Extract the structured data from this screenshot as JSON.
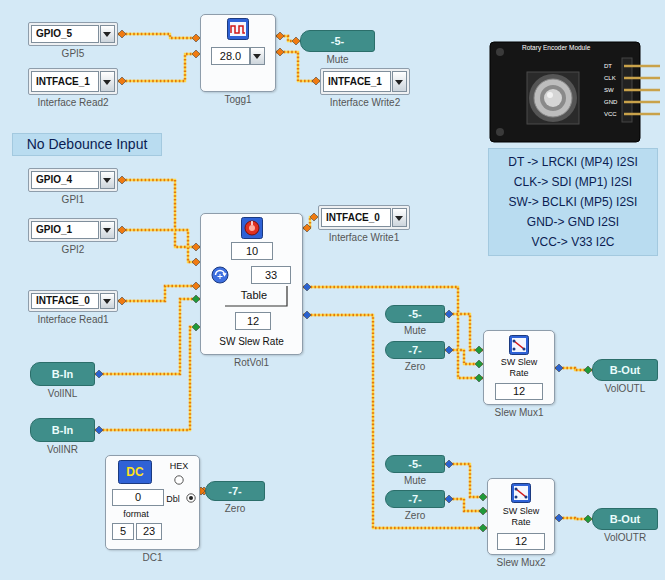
{
  "diagram": {
    "nodes": [
      {
        "text": [
          "GPIO_5",
          "GPI5"
        ]
      },
      {
        "text": [
          "28.0",
          "Togg1"
        ]
      },
      {
        "text": [
          "-5-",
          "Mute"
        ]
      },
      {
        "text": [
          "INTFACE_1",
          "Interface Read2"
        ]
      },
      {
        "text": [
          "INTFACE_1",
          "Interface Write2"
        ]
      },
      {
        "text": [
          "DT -> LRCKI (MP4) I2SI",
          "CLK-> SDI (MP1) I2SI",
          "SW-> BCLKI (MP5) I2SI",
          "GND-> GND I2SI",
          "VCC-> V33 I2C"
        ]
      },
      {
        "text": [
          "No Debounce Input"
        ]
      },
      {
        "text": [
          "GPIO_4",
          "GPI1"
        ]
      },
      {
        "text": [
          "10",
          "33",
          "Table",
          "12",
          "SW Slew Rate",
          "RotVol1"
        ]
      },
      {
        "text": [
          "INTFACE_0",
          "Interface Write1"
        ]
      },
      {
        "text": [
          "GPIO_1",
          "GPI2"
        ]
      },
      {
        "text": [
          "INTFACE_0",
          "Interface Read1"
        ]
      },
      {
        "text": [
          "-5-",
          "Mute"
        ]
      },
      {
        "text": [
          "-7-",
          "Zero"
        ]
      },
      {
        "text": [
          "SW Slew Rate",
          "12",
          "Slew Mux1"
        ]
      },
      {
        "text": [
          "B-Out",
          "VolOUTL"
        ]
      },
      {
        "text": [
          "B-In",
          "VolINL"
        ]
      },
      {
        "text": [
          "B-In",
          "VolINR"
        ]
      },
      {
        "text": [
          "DC",
          "0",
          "HEX",
          "Dbl",
          "format",
          "5",
          "23",
          "DC1"
        ]
      },
      {
        "text": [
          "-7-",
          "Zero"
        ]
      },
      {
        "text": [
          "-5-",
          "Mute"
        ]
      },
      {
        "text": [
          "-7-",
          "Zero"
        ]
      },
      {
        "text": [
          "SW Slew Rate",
          "12",
          "Slew Mux2"
        ]
      },
      {
        "text": [
          "B-Out",
          "VolOUTR"
        ]
      }
    ],
    "edges": [
      {
        "from": 0,
        "to": 1,
        "arrow": "none"
      },
      {
        "from": 3,
        "to": 1,
        "arrow": "none"
      },
      {
        "from": 1,
        "to": 2,
        "arrow": "none"
      },
      {
        "from": 1,
        "to": 4,
        "arrow": "none"
      },
      {
        "from": 7,
        "to": 8,
        "arrow": "none"
      },
      {
        "from": 10,
        "to": 8,
        "arrow": "none"
      },
      {
        "from": 11,
        "to": 8,
        "arrow": "none"
      },
      {
        "from": 16,
        "to": 8,
        "arrow": "none"
      },
      {
        "from": 17,
        "to": 8,
        "arrow": "none"
      },
      {
        "from": 8,
        "to": 9,
        "arrow": "none"
      },
      {
        "from": 8,
        "to": 14,
        "arrow": "none"
      },
      {
        "from": 8,
        "to": 22,
        "arrow": "none"
      },
      {
        "from": 12,
        "to": 14,
        "arrow": "none"
      },
      {
        "from": 13,
        "to": 14,
        "arrow": "none"
      },
      {
        "from": 14,
        "to": 15,
        "arrow": "none"
      },
      {
        "from": 18,
        "to": 19,
        "arrow": "none"
      },
      {
        "from": 20,
        "to": 22,
        "arrow": "none"
      },
      {
        "from": 21,
        "to": 22,
        "arrow": "none"
      },
      {
        "from": 22,
        "to": 23,
        "arrow": "none"
      }
    ],
    "labels": [
      "Rotary Encoder Module",
      "DT",
      "CLK",
      "SW",
      "GND",
      "VCC"
    ]
  }
}
